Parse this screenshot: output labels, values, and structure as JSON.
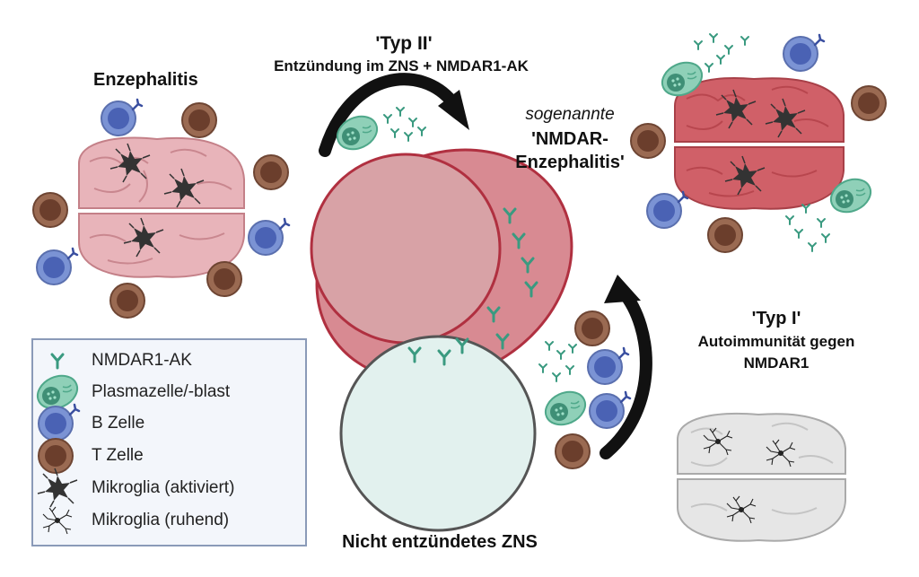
{
  "labels": {
    "encephalitis": "Enzephalitis",
    "type2_title": "'Typ II'",
    "type2_subtitle": "Entzündung im ZNS + NMDAR1-AK",
    "so_called": "sogenannte",
    "nmdar_line1": "'NMDAR-",
    "nmdar_line2": "Enzephalitis'",
    "type1_title": "'Typ I'",
    "type1_line1": "Autoimmunität gegen",
    "type1_line2": "NMDAR1",
    "non_inflamed": "Nicht entzündetes ZNS"
  },
  "legend": [
    {
      "label": "NMDAR1-AK",
      "icon": "antibody-icon"
    },
    {
      "label": "Plasmazelle/-blast",
      "icon": "plasma-cell-icon"
    },
    {
      "label": "B Zelle",
      "icon": "b-cell-icon"
    },
    {
      "label": "T Zelle",
      "icon": "t-cell-icon"
    },
    {
      "label": "Mikroglia (aktiviert)",
      "icon": "activated-microglia-icon"
    },
    {
      "label": "Mikroglia (ruhend)",
      "icon": "resting-microglia-icon"
    }
  ],
  "colors": {
    "inflamed_fill": "#d08088",
    "inflamed_stroke": "#b03040",
    "healthy_fill": "#e2f1ee",
    "healthy_stroke": "#555555",
    "brain_light": "#e8b4ba",
    "brain_red": "#d06068",
    "brain_grey": "#e4e4e4",
    "b_cell": "#7b93d4",
    "t_cell": "#8a5a45",
    "plasma": "#7fcab0",
    "antibody": "#3a9a80"
  }
}
